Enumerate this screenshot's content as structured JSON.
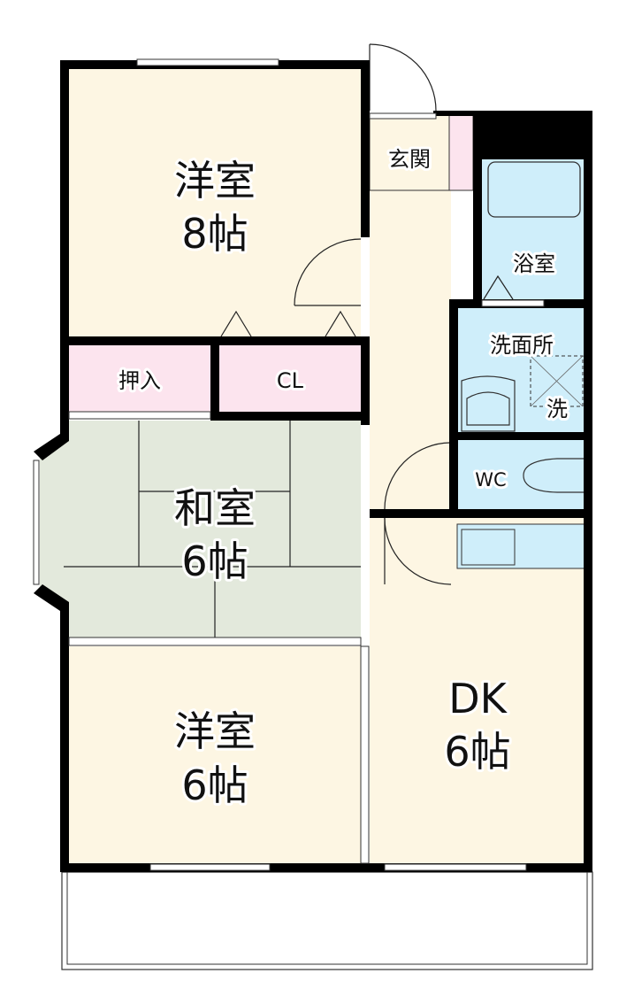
{
  "rooms": {
    "western_8": {
      "name": "洋室",
      "size": "8帖"
    },
    "oshiire": {
      "name": "押入"
    },
    "closet": {
      "name": "CL"
    },
    "washitsu": {
      "name": "和室",
      "size": "6帖"
    },
    "western_6": {
      "name": "洋室",
      "size": "6帖"
    },
    "dk": {
      "name": "DK",
      "size": "6帖"
    },
    "entrance": {
      "name": "玄関"
    },
    "bath": {
      "name": "浴室"
    },
    "washroom": {
      "name": "洗面所"
    },
    "washer": {
      "name": "洗"
    },
    "wc": {
      "name": "WC"
    }
  },
  "colors": {
    "floor": "#fdf6e3",
    "storage": "#fce4ee",
    "tatami": "#e3e9dc",
    "wet": "#cfeefa",
    "wall": "#000000"
  }
}
